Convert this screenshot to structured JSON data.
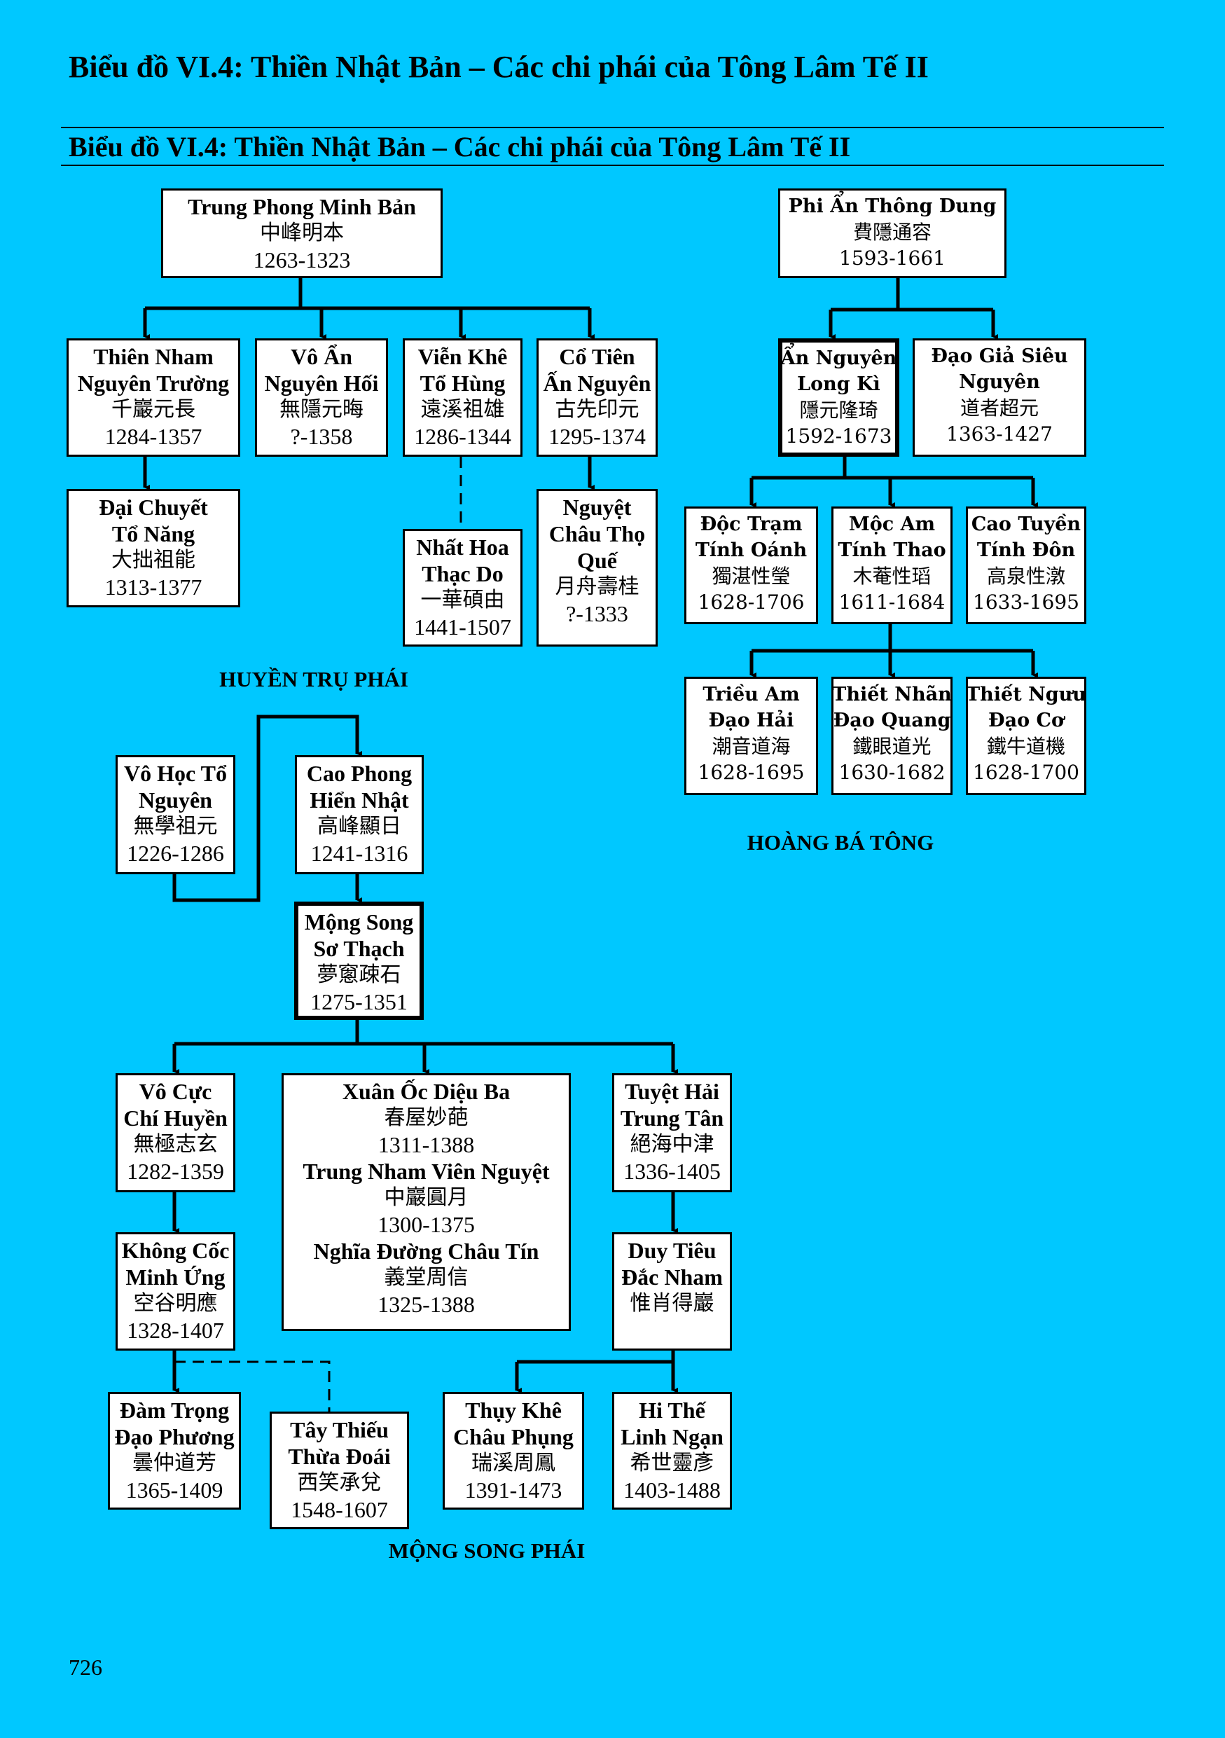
{
  "header": {
    "title": "Biểu đồ VI.4: Thiền Nhật Bản – Các chi phái của Tông Lâm Tế II",
    "subtitle": "Biểu đồ VI.4: Thiền Nhật Bản – Các chi phái của Tông Lâm Tế II"
  },
  "colors": {
    "background": "#00C8FF",
    "box": "#FFFFFF",
    "line": "#000000"
  },
  "groups": {
    "huyen_tru": "HUYỀN TRỤ PHÁI",
    "hoang_ba": "HOÀNG BÁ TÔNG",
    "mong_song": "MỘNG SONG PHÁI"
  },
  "nodes": {
    "trung_phong": {
      "persons": [
        {
          "name": [
            "Trung Phong Minh Bản"
          ],
          "hanzi": "中峰明本",
          "years": "1263-1323"
        }
      ]
    },
    "thien_nham": {
      "persons": [
        {
          "name": [
            "Thiên Nham",
            "Nguyên Trường"
          ],
          "hanzi": "千巖元長",
          "years": "1284-1357"
        }
      ]
    },
    "vo_an": {
      "persons": [
        {
          "name": [
            "Vô Ẩn",
            "Nguyên Hối"
          ],
          "hanzi": "無隱元晦",
          "years": "?-1358"
        }
      ]
    },
    "vien_khe": {
      "persons": [
        {
          "name": [
            "Viễn Khê",
            "Tổ Hùng"
          ],
          "hanzi": "遠溪祖雄",
          "years": "1286-1344"
        }
      ]
    },
    "co_tien": {
      "persons": [
        {
          "name": [
            "Cổ Tiên",
            "Ấn Nguyên"
          ],
          "hanzi": "古先印元",
          "years": "1295-1374"
        }
      ]
    },
    "dai_chuyet": {
      "persons": [
        {
          "name": [
            "Đại Chuyết",
            "Tổ Năng"
          ],
          "hanzi": "大拙祖能",
          "years": "1313-1377"
        }
      ]
    },
    "nhat_hoa": {
      "persons": [
        {
          "name": [
            "Nhất Hoa",
            "Thạc Do"
          ],
          "hanzi": "一華碩由",
          "years": "1441-1507"
        }
      ]
    },
    "nguyet_chau": {
      "persons": [
        {
          "name": [
            "Nguyệt",
            "Châu Thọ",
            "Quế"
          ],
          "hanzi": "月舟壽桂",
          "years": "?-1333"
        }
      ]
    },
    "phi_an": {
      "persons": [
        {
          "name": [
            "Phi Ẩn Thông Dung"
          ],
          "hanzi": "費隱通容",
          "years": "1593-1661"
        }
      ]
    },
    "an_nguyen": {
      "persons": [
        {
          "name": [
            "Ẩn Nguyên",
            "Long Kì"
          ],
          "hanzi": "隱元隆琦",
          "years": "1592-1673"
        }
      ]
    },
    "dao_gia": {
      "persons": [
        {
          "name": [
            "Đạo Giả Siêu",
            "Nguyên"
          ],
          "hanzi": "道者超元",
          "years": "1363-1427"
        }
      ]
    },
    "doc_tram": {
      "persons": [
        {
          "name": [
            "Độc Trạm",
            "Tính Oánh"
          ],
          "hanzi": "獨湛性瑩",
          "years": "1628-1706"
        }
      ]
    },
    "moc_am": {
      "persons": [
        {
          "name": [
            "Mộc Am",
            "Tính Thao"
          ],
          "hanzi": "木菴性瑫",
          "years": "1611-1684"
        }
      ]
    },
    "cao_tuyen": {
      "persons": [
        {
          "name": [
            "Cao Tuyền",
            "Tính Đôn"
          ],
          "hanzi": "高泉性潡",
          "years": "1633-1695"
        }
      ]
    },
    "trieu_am": {
      "persons": [
        {
          "name": [
            "Triều Am",
            "Đạo Hải"
          ],
          "hanzi": "潮音道海",
          "years": "1628-1695"
        }
      ]
    },
    "thiet_nhan": {
      "persons": [
        {
          "name": [
            "Thiết Nhãn",
            "Đạo Quang"
          ],
          "hanzi": "鐵眼道光",
          "years": "1630-1682"
        }
      ]
    },
    "thiet_nguu": {
      "persons": [
        {
          "name": [
            "Thiết Ngưu",
            "Đạo Cơ"
          ],
          "hanzi": "鐵牛道機",
          "years": "1628-1700"
        }
      ]
    },
    "vo_hoc": {
      "persons": [
        {
          "name": [
            "Vô Học Tổ",
            "Nguyên"
          ],
          "hanzi": "無學祖元",
          "years": "1226-1286"
        }
      ]
    },
    "cao_phong": {
      "persons": [
        {
          "name": [
            "Cao Phong",
            "Hiển Nhật"
          ],
          "hanzi": "高峰顯日",
          "years": "1241-1316"
        }
      ]
    },
    "mong_song": {
      "persons": [
        {
          "name": [
            "Mộng Song",
            "Sơ Thạch"
          ],
          "hanzi": "夢窻疎石",
          "years": "1275-1351"
        }
      ]
    },
    "vo_cuc": {
      "persons": [
        {
          "name": [
            "Vô Cực",
            "Chí Huyền"
          ],
          "hanzi": "無極志玄",
          "years": "1282-1359"
        }
      ]
    },
    "xuan_oc": {
      "persons": [
        {
          "name": [
            "Xuân Ốc Diệu Ba"
          ],
          "hanzi": "春屋妙葩",
          "years": "1311-1388"
        },
        {
          "name": [
            "Trung Nham Viên Nguyệt"
          ],
          "hanzi": "中巖圓月",
          "years": "1300-1375"
        },
        {
          "name": [
            "Nghĩa Đường Châu Tín"
          ],
          "hanzi": "義堂周信",
          "years": "1325-1388"
        }
      ]
    },
    "tuyet_hai": {
      "persons": [
        {
          "name": [
            "Tuyệt Hải",
            "Trung Tân"
          ],
          "hanzi": "絕海中津",
          "years": "1336-1405"
        }
      ]
    },
    "khong_coc": {
      "persons": [
        {
          "name": [
            "Không Cốc",
            "Minh Ứng"
          ],
          "hanzi": "空谷明應",
          "years": "1328-1407"
        }
      ]
    },
    "duy_tieu": {
      "persons": [
        {
          "name": [
            "Duy Tiêu",
            "Đắc Nham"
          ],
          "hanzi": "惟肖得巖"
        }
      ]
    },
    "dam_trong": {
      "persons": [
        {
          "name": [
            "Đàm Trọng",
            "Đạo Phương"
          ],
          "hanzi": "曇仲道芳",
          "years": "1365-1409"
        }
      ]
    },
    "tay_thieu": {
      "persons": [
        {
          "name": [
            "Tây Thiếu",
            "Thừa Đoái"
          ],
          "hanzi": "西笑承兌",
          "years": "1548-1607"
        }
      ]
    },
    "thuy_khe": {
      "persons": [
        {
          "name": [
            "Thụy Khê",
            "Châu Phụng"
          ],
          "hanzi": "瑞溪周鳳",
          "years": "1391-1473"
        }
      ]
    },
    "hi_the": {
      "persons": [
        {
          "name": [
            "Hi Thế",
            "Linh Ngạn"
          ],
          "hanzi": "希世靈彥",
          "years": "1403-1488"
        }
      ]
    }
  },
  "footer": {
    "page_number": "726"
  }
}
